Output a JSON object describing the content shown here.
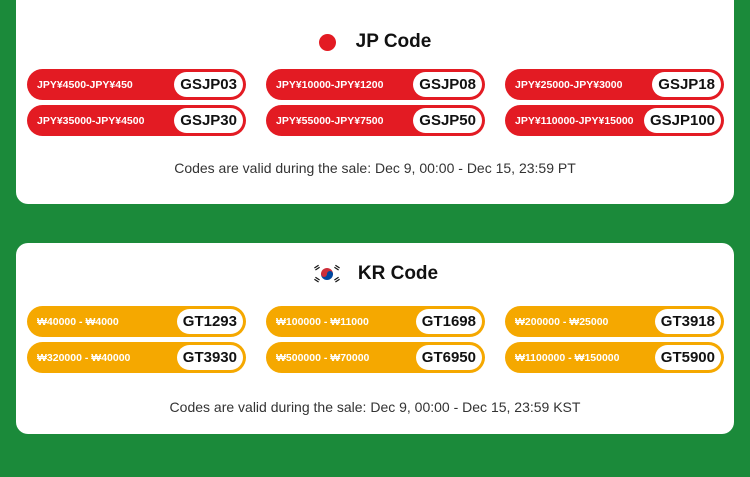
{
  "colors": {
    "background": "#1b8a3a",
    "jp_accent": "#e31b23",
    "kr_accent": "#f5a800"
  },
  "jp": {
    "flag_icon": "japan-flag-icon",
    "title": "JP Code",
    "codes": [
      {
        "range": "JPY¥4500-JPY¥450",
        "code": "GSJP03"
      },
      {
        "range": "JPY¥10000-JPY¥1200",
        "code": "GSJP08"
      },
      {
        "range": "JPY¥25000-JPY¥3000",
        "code": "GSJP18"
      },
      {
        "range": "JPY¥35000-JPY¥4500",
        "code": "GSJP30"
      },
      {
        "range": "JPY¥55000-JPY¥7500",
        "code": "GSJP50"
      },
      {
        "range": "JPY¥110000-JPY¥15000",
        "code": "GSJP100"
      }
    ],
    "validity": "Codes are valid during the sale: Dec 9, 00:00 - Dec 15, 23:59 PT"
  },
  "kr": {
    "flag_icon": "korea-flag-icon",
    "title": "KR Code",
    "codes": [
      {
        "range": "₩40000 - ₩4000",
        "code": "GT1293"
      },
      {
        "range": "₩100000 - ₩11000",
        "code": "GT1698"
      },
      {
        "range": "₩200000 - ₩25000",
        "code": "GT3918"
      },
      {
        "range": "₩320000 - ₩40000",
        "code": "GT3930"
      },
      {
        "range": "₩500000 - ₩70000",
        "code": "GT6950"
      },
      {
        "range": "₩1100000 - ₩150000",
        "code": "GT5900"
      }
    ],
    "validity": "Codes are valid during the sale:  Dec 9, 00:00 - Dec 15, 23:59 KST"
  }
}
